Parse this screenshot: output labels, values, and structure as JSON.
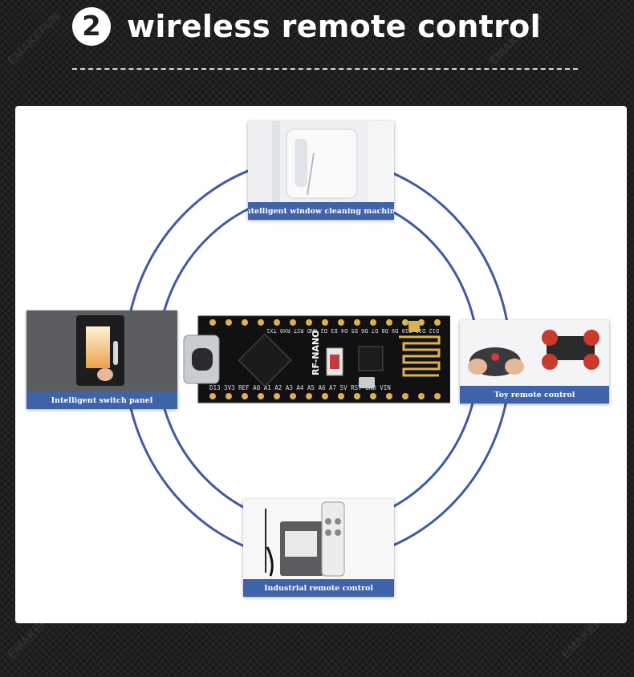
{
  "header": {
    "number": "2",
    "title": "wireless remote control"
  },
  "watermark": "EMAKEFUN",
  "applications": [
    {
      "label": "Intelligent window cleaning machine"
    },
    {
      "label": "Intelligent switch panel"
    },
    {
      "label": "Toy remote control"
    },
    {
      "label": "Industrial remote control"
    }
  ],
  "board": {
    "name": "RF-NANO",
    "top_pins": "D12 D11 D10 D9 D8 D7 D6 D5 D4 D3 D2 GND RST RX0 TX1",
    "bottom_pins": "D13 3V3 REF A0 A1 A2 A3 A4 A5 A6 A7 5V RST GND VIN"
  },
  "colors": {
    "accent": "#3f63a8",
    "ring": "#3f5aa6",
    "background": "#1f1f1f",
    "panel": "#ffffff"
  }
}
